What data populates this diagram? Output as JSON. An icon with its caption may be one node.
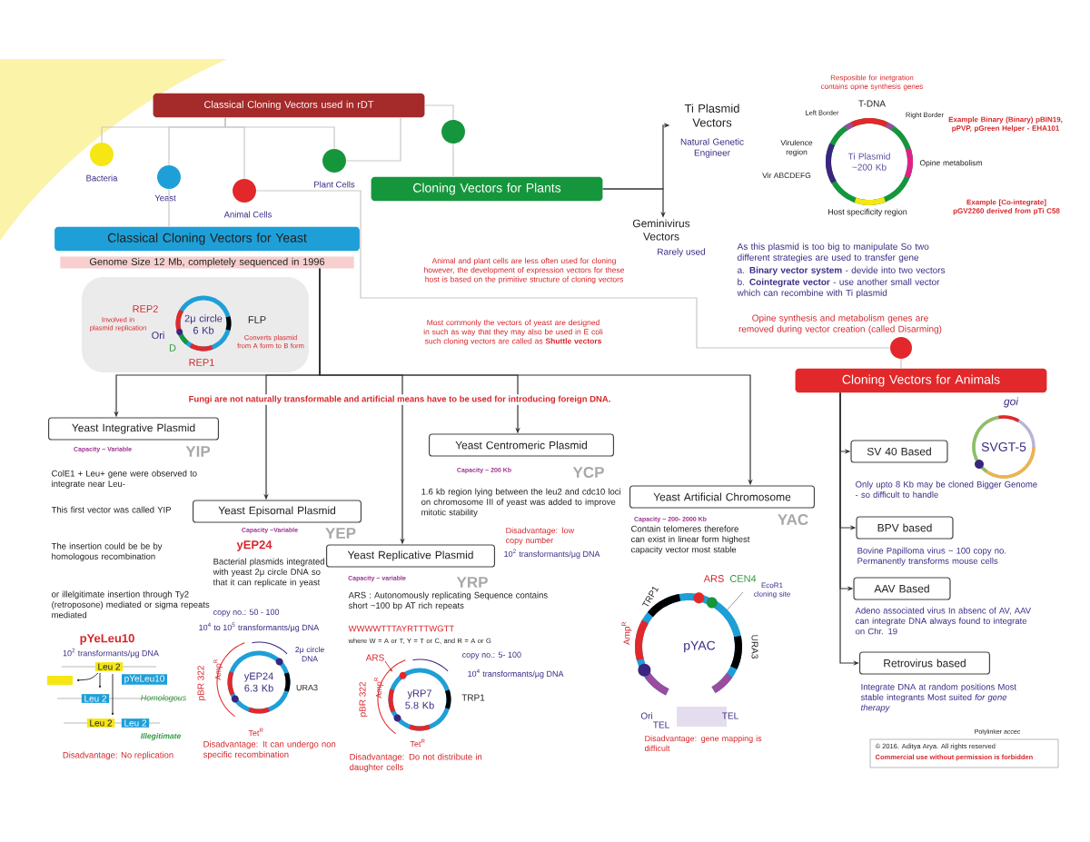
{
  "diagram": {
    "nodes": [
      {
        "text": [
          "Classical Cloning Vectors used in rDT"
        ]
      },
      {
        "text": [],
        "shape": "circle",
        "beside": [
          "Bacteria"
        ]
      },
      {
        "text": [],
        "shape": "circle",
        "beside": [
          "Yeast"
        ]
      },
      {
        "text": [],
        "shape": "circle",
        "beside": [
          "Animal Cells"
        ]
      },
      {
        "text": [],
        "shape": "circle",
        "beside": [
          "Plant Cells"
        ]
      },
      {
        "text": [],
        "shape": "circle"
      },
      {
        "text": [
          "Classical Cloning Vectors for Yeast"
        ],
        "beside": [
          "Genome Size 12 Mb, completely sequenced in 1996"
        ]
      },
      {
        "text": [
          "Cloning Vectors for Plants"
        ]
      },
      {
        "text": [
          "Ti Plasmid Vectors"
        ],
        "beside": [
          "Natural Genetic Engineer"
        ]
      },
      {
        "text": [
          "Geminivirus Vectors"
        ],
        "beside": [
          "Rarely used"
        ]
      },
      {
        "text": [],
        "shape": "circle"
      },
      {
        "text": [
          "Cloning Vectors for Animals"
        ]
      },
      {
        "text": [
          "Yeast Integrative Plasmid"
        ],
        "beside": [
          "Capacity ~ Variable",
          "YIP"
        ]
      },
      {
        "text": [
          "Yeast Episomal Plasmid"
        ],
        "beside": [
          "Capacity ~Variable",
          "YEP"
        ]
      },
      {
        "text": [
          "Yeast Replicative Plasmid"
        ],
        "beside": [
          "Capacity ~ variable",
          "YRP"
        ]
      },
      {
        "text": [
          "Yeast Centromeric Plasmid"
        ],
        "beside": [
          "Capacity ~ 200 Kb",
          "YCP"
        ]
      },
      {
        "text": [
          "Yeast Artificial Chromosome"
        ],
        "beside": [
          "Capacity ~ 200- 2000 Kb",
          "YAC"
        ]
      },
      {
        "text": [
          "SV 40 Based"
        ],
        "beside": [
          "SVGT-5",
          "Only upto 8 Kb may be cloned Bigger Genome - so difficult to handle"
        ]
      },
      {
        "text": [
          "BPV based"
        ],
        "beside": [
          "Bovine Papilloma virus ~ 100 copy no. Permanently transforms mouse cells"
        ]
      },
      {
        "text": [
          "AAV Based"
        ],
        "beside": [
          "Adeno associated virus In absenc of AV, AAV can integrate DNA always found to integrate on Chr. 19"
        ]
      },
      {
        "text": [
          "Retrovirus based"
        ],
        "beside": [
          "Integrate DNA at random positions Most stable integrants Most suited *for gene therapy*"
        ]
      }
    ],
    "edges": [
      {
        "from": 0,
        "to": 1,
        "arrow": "none",
        "color": "#c8c8c8"
      },
      {
        "from": 0,
        "to": 2,
        "arrow": "none",
        "color": "#c8c8c8"
      },
      {
        "from": 0,
        "to": 3,
        "arrow": "none",
        "color": "#c8c8c8"
      },
      {
        "from": 0,
        "to": 4,
        "arrow": "none",
        "color": "#c8c8c8"
      },
      {
        "from": 4,
        "to": 0,
        "arrow": "none",
        "color": "#c8c8c8"
      },
      {
        "from": 0,
        "to": 5,
        "arrow": "none",
        "color": "#c8c8c8"
      },
      {
        "from": 2,
        "to": 6,
        "arrow": "none",
        "color": "#c8c8c8"
      },
      {
        "from": 5,
        "to": 7,
        "arrow": "none",
        "color": "#c8c8c8"
      },
      {
        "from": 3,
        "to": 10,
        "arrow": "none",
        "color": "#c8c8c8"
      },
      {
        "from": 10,
        "to": 11,
        "arrow": "none",
        "color": "#c8c8c8"
      },
      {
        "from": 7,
        "to": 8,
        "arrow": "to"
      },
      {
        "from": 7,
        "to": 9,
        "arrow": "to"
      },
      {
        "from": 6,
        "to": 12,
        "arrow": "to"
      },
      {
        "from": 6,
        "to": 13,
        "arrow": "to"
      },
      {
        "from": 6,
        "to": 14,
        "arrow": "to"
      },
      {
        "from": 6,
        "to": 15,
        "arrow": "to"
      },
      {
        "from": 6,
        "to": 16,
        "arrow": "to"
      },
      {
        "from": 11,
        "to": 17,
        "arrow": "to"
      },
      {
        "from": 11,
        "to": 18,
        "arrow": "to"
      },
      {
        "from": 11,
        "to": 19,
        "arrow": "to"
      },
      {
        "from": 11,
        "to": 20,
        "arrow": "to"
      }
    ],
    "labels": [
      "Resposible for inetgration contains opine synthesis genes",
      "T-DNA",
      "Left Border",
      "Right Border",
      "Example Binary (Binary) pBIN19, pPVP, pGreen Helper - EHA101",
      "Virulence region",
      "Ti Plasmid ~200 Kb",
      "Opine metabolism",
      "Vir ABCDEFG",
      "Host specificity region",
      "Example [Co-integrate] pGV2260 derived from pTi C58",
      "Animal and plant cells are less often used for cloning however, the development of expression vectors for these host is based on the primitive structure of cloning vectors",
      "As this plasmid is too big to manipulate So two different strategies are used to transfer gene",
      "a. **Binary vector system** - devide into two vectors",
      "b. **Cointegrate vector** - use another small vector which can recombine with Ti plasmid",
      "REP2",
      "Involved in plasmid replication",
      "2μ circle 6 Kb",
      "FLP",
      "Ori",
      "Converts plasmid from A form to B form",
      "D",
      "REP1",
      "Most commonly the vectors of yeast are designed in such as way that they may also be used in E coli such cloning vectors are called as **Shuttle vectors**",
      "Opine synthesis and metabolism genes are removed during vector creation (called Disarming)",
      "Fungi are not naturally transformable and artificial means have to be used for introducing foreign DNA.",
      "goi",
      "ColE1 + Leu+ gene were observed to integrate near Leu-",
      "This first vector was called YIP",
      "1.6 kb region lying between the leu2 and cdc10 loci on chromosome III of yeast was added to improve mitotic stability",
      "The insertion could be be by homologous recombination",
      "yEP24",
      "Bacterial plasmids integrated with yeast 2μ circle DNA so that it can replicate in yeast",
      "Disadvantage: low copy number",
      "10$^{2}$ transformants/μg DNA",
      "Contain telomeres therefore can exist in linear form highest capacity vector most stable",
      "or illelgitimate insertion through Ty2 (retroposone) mediated or sigma repeats mediated",
      "copy no.: 50 - 100",
      "ARS : Autonomously replicating Sequence contains short ~100 bp AT rich repeats",
      "10$^{4}$ to 10$^{5}$ transformants/μg DNA",
      "pYeLeu10",
      "10$^{2}$ transformants/μg DNA",
      "WWWWTTTAYRTTTWGTT",
      "where W = A or T, Y = T or C, and R = A or G",
      "TRP1",
      "ARS",
      "CEN4",
      "EcoR1 cloning site",
      "Leu 2",
      "pYeLeu10",
      "Leu 2",
      "Homologous",
      "Leu 2",
      "Leu 2",
      "Illegitimate",
      "2μ circle DNA",
      "pBR 322",
      "Amp$^{R}$",
      "yEP24 6.3 Kb",
      "URA3",
      "Tet$^{R}$",
      "ARS",
      "copy no.: 5- 100",
      "10$^{4}$ transformants/μg DNA",
      "pBR 322",
      "Amp$^{R}$",
      "yRP7 5.8 Kb",
      "TRP1",
      "Tet$^{R}$",
      "Amp$^{R}$",
      "pYAC",
      "URA3",
      "Ori",
      "TEL",
      "TEL",
      "Disadvantage: No replication",
      "Disadvantage: It can undergo non specific recombination",
      "Disadvantage: Do not distribute in daughter cells",
      "Disadvantage: gene mapping is difficult",
      "Polylinker accec",
      "© 2016. Aditya Arya. All rights reserved",
      "Commercial use without permission is forbidden"
    ]
  }
}
